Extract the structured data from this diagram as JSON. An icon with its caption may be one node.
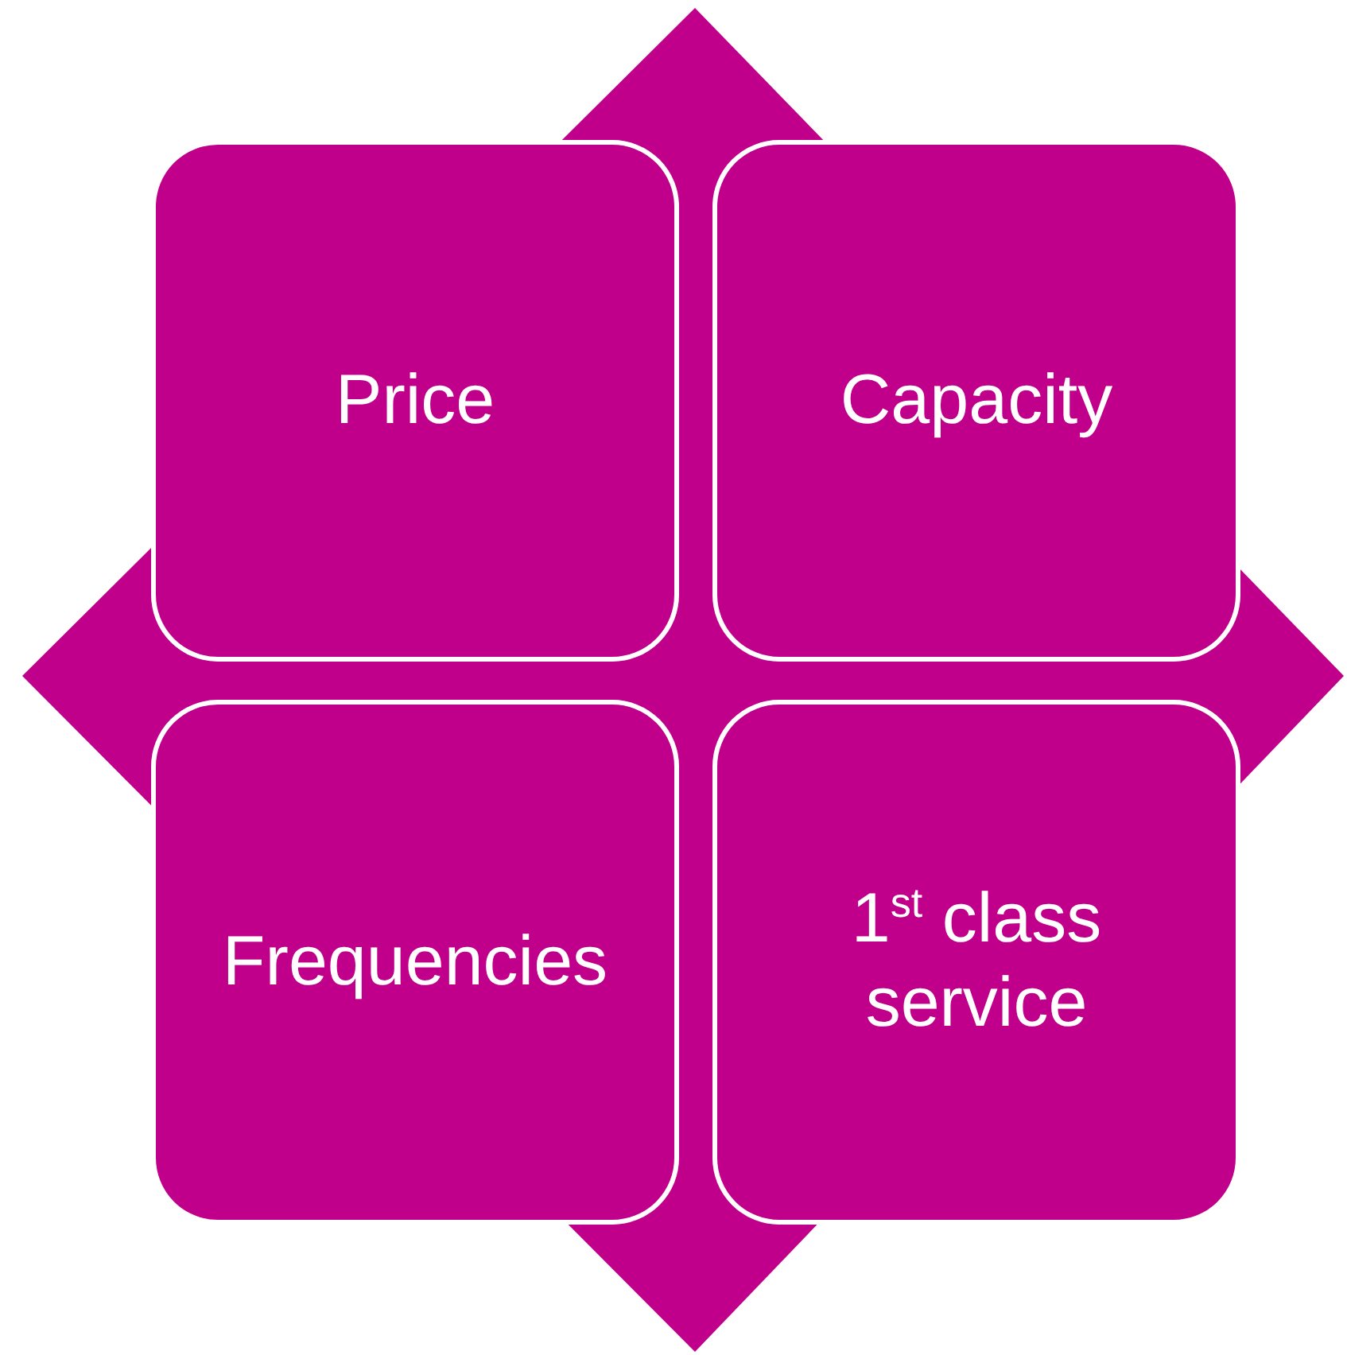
{
  "diagram": {
    "nodes": [
      {
        "text": [
          "Price"
        ]
      },
      {
        "text": [
          "Capacity"
        ]
      },
      {
        "text": [
          "Frequencies"
        ]
      },
      {
        "text": [
          "1$^{st}$ class service"
        ]
      }
    ],
    "edges": []
  }
}
